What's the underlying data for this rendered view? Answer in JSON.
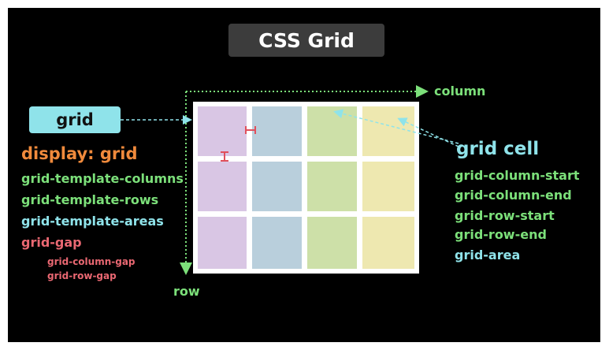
{
  "title": "CSS Grid",
  "container_label": "grid",
  "axis_labels": {
    "column": "column",
    "row": "row"
  },
  "cell_label": "grid cell",
  "container_properties": {
    "display": "display: grid",
    "template_columns": "grid-template-columns",
    "template_rows": "grid-template-rows",
    "template_areas": "grid-template-areas",
    "gap": "grid-gap",
    "column_gap": "grid-column-gap",
    "row_gap": "grid-row-gap"
  },
  "cell_properties": {
    "column_start": "grid-column-start",
    "column_end": "grid-column-end",
    "row_start": "grid-row-start",
    "row_end": "grid-row-end",
    "area": "grid-area"
  },
  "grid": {
    "rows": 3,
    "columns": 4,
    "column_colors": [
      "#d9c6e4",
      "#b9cfdc",
      "#cde0a8",
      "#eee8b0"
    ]
  },
  "colors": {
    "background": "#000000",
    "title_box": "#3c3c3c",
    "container_badge": "#8fe3ea",
    "green": "#7ce07a",
    "cyan": "#8fe3ea",
    "orange": "#f08a3c",
    "red": "#ea6872",
    "gap_marker": "#e0505c"
  }
}
